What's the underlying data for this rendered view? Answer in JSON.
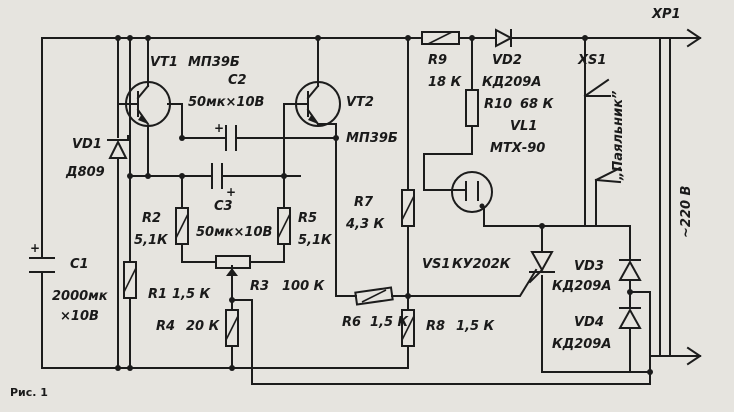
{
  "figure": {
    "caption": "Рис. 1"
  },
  "components": {
    "vt1": {
      "ref": "VT1",
      "value": "МП39Б"
    },
    "vt2": {
      "ref": "VT2",
      "value": "МП39Б"
    },
    "c2": {
      "ref": "C2",
      "value": "50мк×10В"
    },
    "c3": {
      "ref": "C3",
      "value": "50мк×10В"
    },
    "vd1": {
      "ref": "VD1",
      "value": "Д809"
    },
    "c1": {
      "ref": "C1",
      "value1": "2000мк",
      "value2": "×10В"
    },
    "r1": {
      "ref": "R1",
      "value": "1,5 К"
    },
    "r2": {
      "ref": "R2",
      "value": "5,1К"
    },
    "r3": {
      "ref": "R3",
      "value": "100 К"
    },
    "r4": {
      "ref": "R4",
      "value": "20 К"
    },
    "r5": {
      "ref": "R5",
      "value": "5,1К"
    },
    "r6": {
      "ref": "R6",
      "value": "1,5 К"
    },
    "r7": {
      "ref": "R7",
      "value": "4,3 К"
    },
    "r8": {
      "ref": "R8",
      "value": "1,5 К"
    },
    "r9": {
      "ref": "R9",
      "value": "18 К"
    },
    "r10": {
      "ref": "R10",
      "value": "68 К"
    },
    "vd2": {
      "ref": "VD2",
      "value": "КД209А"
    },
    "vd3": {
      "ref": "VD3",
      "value": "КД209А"
    },
    "vd4": {
      "ref": "VD4",
      "value": "КД209А"
    },
    "vl1": {
      "ref": "VL1",
      "value": "МТХ-90"
    },
    "vs1": {
      "ref": "VS1",
      "value": "КУ202К"
    },
    "xs1": {
      "ref": "XS1",
      "label": "„Паяльник”"
    },
    "xp1": {
      "ref": "XP1",
      "label": "~220 В"
    }
  }
}
